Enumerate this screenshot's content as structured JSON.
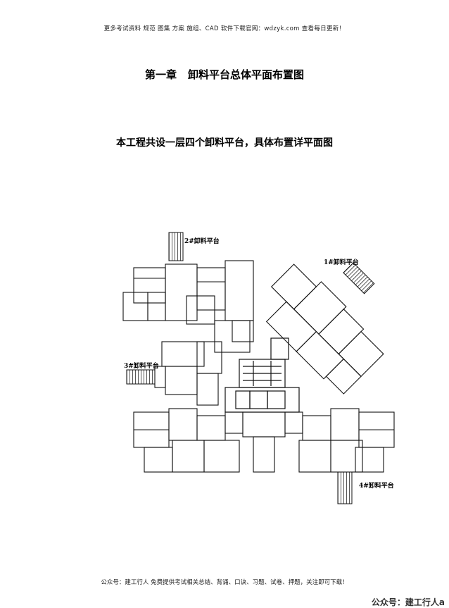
{
  "header": {
    "banner": "更多考试资料 规范 图集 方案 施组、CAD 软件下载官网：wdzyk.com 查看每日更新！"
  },
  "chapter": {
    "number": "第一章",
    "title": "卸料平台总体平面布置图"
  },
  "description": "本工程共设一层四个卸料平台，具体布置详平面图",
  "floor_plan": {
    "platform_labels": [
      "1#卸料平台",
      "2#卸料平台",
      "3#卸料平台",
      "4#卸料平台"
    ]
  },
  "footer": {
    "promo": "公众号：建工行人 免费提供考试相关总结、背诵、口诀、习题、试卷、押题，关注即可下载！",
    "watermark": "公众号：建工行人a"
  }
}
